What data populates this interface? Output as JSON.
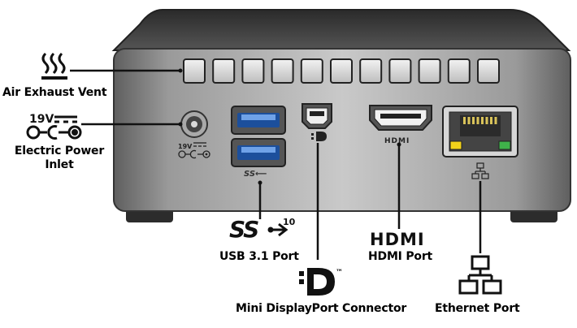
{
  "labels": {
    "air_vent": "Air Exhaust Vent",
    "power_line1": "Electric Power",
    "power_line2": "Inlet",
    "usb": "USB 3.1 Port",
    "hdmi": "HDMI Port",
    "minidp": "Mini DisplayPort Connector",
    "ethernet": "Ethernet Port"
  },
  "markings": {
    "voltage": "19V",
    "usb_logo": "SS",
    "usb_gen": "10",
    "hdmi_logo": "HDMI",
    "tm": "™"
  },
  "vent_count": 11,
  "colors": {
    "chassis": "#9c9c9c",
    "top_panel": "#3d3d3d",
    "usb_blue": "#2a6fc9",
    "led_yellow": "#f2d21a",
    "led_green": "#3fb24a"
  }
}
